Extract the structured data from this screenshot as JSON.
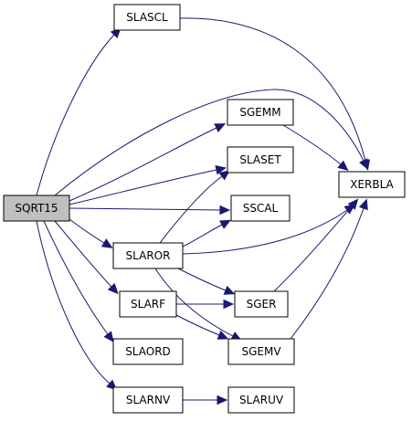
{
  "graph": {
    "edge_color": "#191970",
    "root_fill": "#bfbfbf",
    "nodes": {
      "sqrt15": "SQRT15",
      "slascl": "SLASCL",
      "sgemm": "SGEMM",
      "slaset": "SLASET",
      "sscal": "SSCAL",
      "xerbla": "XERBLA",
      "slaror": "SLAROR",
      "slarf": "SLARF",
      "sger": "SGER",
      "slaord": "SLAORD",
      "sgemv": "SGEMV",
      "slarnv": "SLARNV",
      "slaruv": "SLARUV"
    },
    "edges": [
      [
        "sqrt15",
        "slascl"
      ],
      [
        "sqrt15",
        "xerbla"
      ],
      [
        "sqrt15",
        "sgemm"
      ],
      [
        "sqrt15",
        "slaset"
      ],
      [
        "sqrt15",
        "sscal"
      ],
      [
        "sqrt15",
        "slaror"
      ],
      [
        "sqrt15",
        "slarf"
      ],
      [
        "sqrt15",
        "slaord"
      ],
      [
        "sqrt15",
        "slarnv"
      ],
      [
        "slascl",
        "xerbla"
      ],
      [
        "sgemm",
        "xerbla"
      ],
      [
        "slaror",
        "slaset"
      ],
      [
        "slaror",
        "sscal"
      ],
      [
        "slaror",
        "xerbla"
      ],
      [
        "slaror",
        "sger"
      ],
      [
        "slaror",
        "sgemv"
      ],
      [
        "slarf",
        "sger"
      ],
      [
        "slarf",
        "sgemv"
      ],
      [
        "sger",
        "xerbla"
      ],
      [
        "sgemv",
        "xerbla"
      ],
      [
        "slarnv",
        "slaruv"
      ]
    ]
  }
}
